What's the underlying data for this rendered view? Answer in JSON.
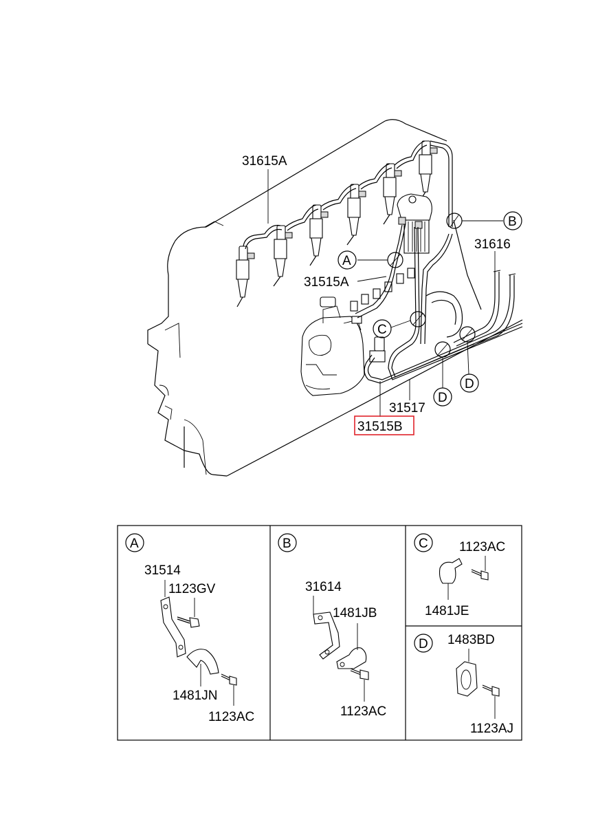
{
  "main_labels": {
    "injector": "31615A",
    "return_hose": "31616",
    "pipe_a": "31515A",
    "pipe_b": "31515B",
    "pipe_c": "31517"
  },
  "callouts": {
    "a": "A",
    "b": "B",
    "c": "C",
    "d1": "D",
    "d2": "D"
  },
  "highlight_color": "#e0222a",
  "detail_a": {
    "letter": "A",
    "bracket": "31514",
    "bolt_top": "1123GV",
    "clamp": "1481JN",
    "bolt_bottom": "1123AC"
  },
  "detail_b": {
    "letter": "B",
    "bracket": "31614",
    "clamp": "1481JB",
    "bolt": "1123AC"
  },
  "detail_c": {
    "letter": "C",
    "bolt": "1123AC",
    "clamp": "1481JE"
  },
  "detail_d": {
    "letter": "D",
    "clamp": "1483BD",
    "bolt": "1123AJ"
  }
}
